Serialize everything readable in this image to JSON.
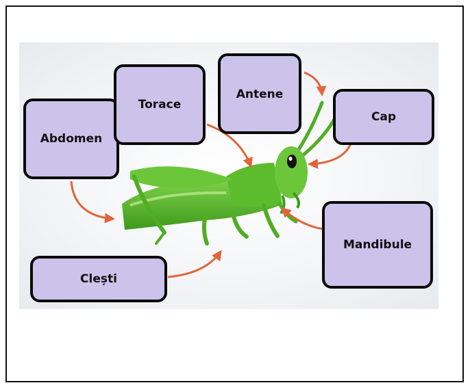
{
  "diagram": {
    "labels": {
      "abdomen": "Abdomen",
      "torace": "Torace",
      "antene": "Antene",
      "cap": "Cap",
      "mandibule": "Mandibule",
      "clesti": "Clești"
    },
    "colors": {
      "box_fill": "#cbc3ea",
      "box_border": "#0a0a0a",
      "arrow": "#e0653a",
      "insect_green": "#5dbb2e",
      "insect_dark": "#3f9a1c"
    },
    "icons": [
      "grasshopper-illustration",
      "arrow-icon"
    ]
  }
}
